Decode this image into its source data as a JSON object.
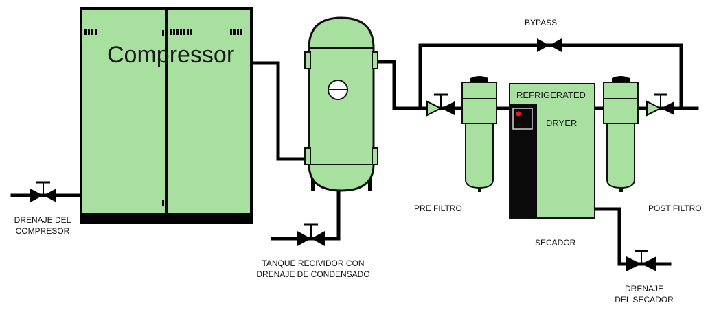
{
  "labels": {
    "compressor": "Compressor",
    "refrigerated": "REFRIGERATED",
    "dryer": "DRYER",
    "bypass": "BYPASS",
    "pre_filtro": "PRE FILTRO",
    "post_filtro": "POST FILTRO",
    "secador": "SECADOR",
    "drenaje_compresor_1": "DRENAJE DEL",
    "drenaje_compresor_2": "COMPRESOR",
    "tanque_1": "TANQUE RECIVIDOR CON",
    "tanque_2": "DRENAJE DE CONDENSADO",
    "drenaje_secador_1": "DRENAJE",
    "drenaje_secador_2": "DEL SECADOR"
  },
  "colors": {
    "equipment_fill": "#a8e0a0",
    "outline": "#111111",
    "pipe": "#000000",
    "dryer_panel": "#0a0a0a",
    "indicator_light": "#e02020"
  }
}
